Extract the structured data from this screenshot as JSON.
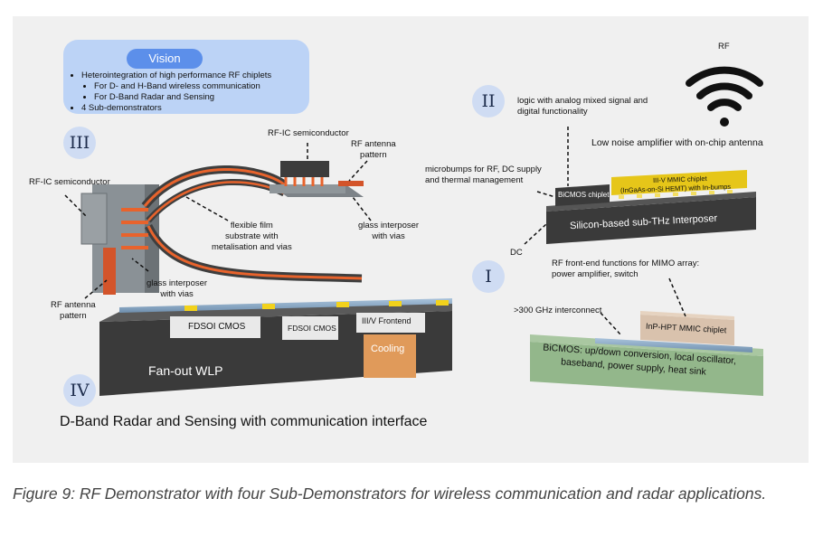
{
  "vision": {
    "title": "Vision",
    "bullets": [
      "Heterointegration of high performance RF chiplets",
      "4 Sub-demonstrators"
    ],
    "sub_bullets": [
      "For D- and H-Band wireless communication",
      "For D-Band Radar and Sensing"
    ]
  },
  "roman": {
    "i": "I",
    "ii": "II",
    "iii": "III",
    "iv": "IV"
  },
  "wifi_label": "RF",
  "labels": {
    "rfic_top": "RF-IC semiconductor",
    "rf_antenna_top": "RF antenna\npattern",
    "rfic_left": "RF-IC semiconductor",
    "flexible_film": "flexible film\nsubstrate with\nmetalisation and vias",
    "glass_interposer_right": "glass interposer\nwith vias",
    "glass_interposer_bottom": "glass interposer\nwith vias",
    "rf_antenna_left": "RF antenna\npattern",
    "logic": "logic with analog mixed signal and\ndigital functionality",
    "lna": "Low noise amplifier with on-chip antenna",
    "microbumps": "microbumps for RF, DC supply\nand thermal management",
    "dc": "DC",
    "rf_frontend": "RF front-end functions for MIMO array:\npower amplifier, switch",
    "interconnect": ">300 GHz interconnect"
  },
  "chips": {
    "fdsoi_1": "FDSOI CMOS",
    "fdsoi_2": "FDSOI CMOS",
    "iiiv_frontend": "III/V Frontend",
    "cooling": "Cooling",
    "fanout": "Fan-out WLP",
    "bicmos_chiplet": "BiCMOS chiplet",
    "mmic_line1": "III-V MMIC chiplet",
    "mmic_line2": "(InGaAs-on-Si HEMT) with In-bumps",
    "interposer": "Silicon-based sub-THz Interposer",
    "inp": "InP-HPT MMIC chiplet",
    "bicmos_line1": "BiCMOS: up/down conversion, local oscillator,",
    "bicmos_line2": "baseband, power supply, heat sink"
  },
  "main_caption": "D-Band Radar and Sensing with communication interface",
  "figure_caption": "Figure 9: RF Demonstrator with four Sub-Demonstrators for wireless communication and radar applications.",
  "colors": {
    "background_panel": "#f0f0f0",
    "vision_box": "#bcd3f6",
    "vision_pill": "#5c8fea",
    "roman_badge": "#cfdcf3",
    "copper": "#e8632c",
    "dark_block": "#3a3a3a",
    "bicmos_green": "#93b78b",
    "inp_tan": "#d9c2ad",
    "mmic_yellow": "#e6c619",
    "cooling_orange": "#e09a5a"
  }
}
